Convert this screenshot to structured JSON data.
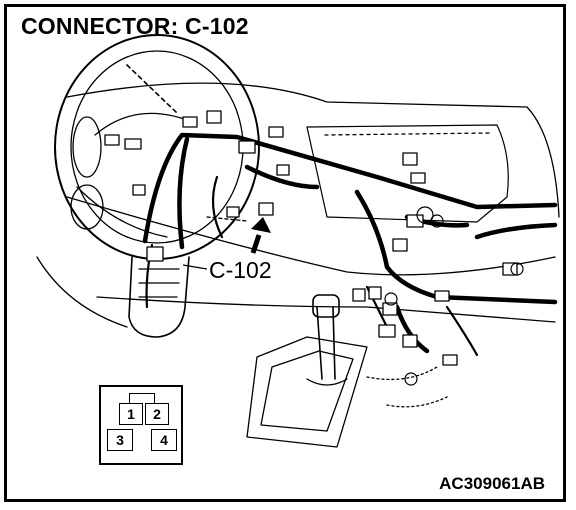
{
  "title": "CONNECTOR: C-102",
  "callout_label": "C-102",
  "reference_code": "AC309061AB",
  "connector_pins": [
    "1",
    "2",
    "3",
    "4"
  ]
}
